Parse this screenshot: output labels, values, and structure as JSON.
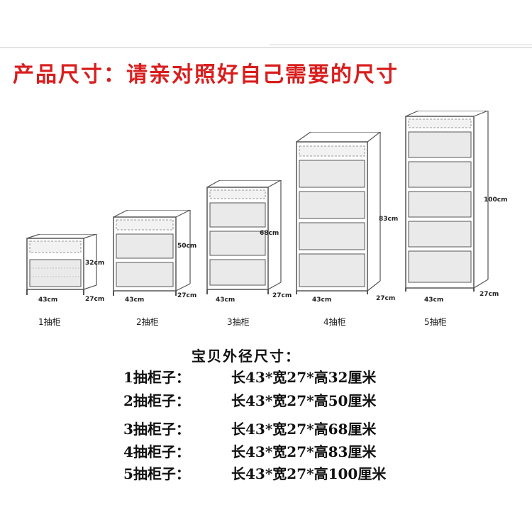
{
  "headline": "产品尺寸：请亲对照好自己需要的尺寸",
  "cabinets": [
    {
      "label": "1抽柜",
      "width": "43cm",
      "depth": "27cm",
      "height": "32cm",
      "drawers": 1
    },
    {
      "label": "2抽柜",
      "width": "43cm",
      "depth": "27cm",
      "height": "50cm",
      "drawers": 2
    },
    {
      "label": "3抽柜",
      "width": "43cm",
      "depth": "27cm",
      "height": "68cm",
      "drawers": 3
    },
    {
      "label": "4抽柜",
      "width": "43cm",
      "depth": "27cm",
      "height": "83cm",
      "drawers": 4
    },
    {
      "label": "5抽柜",
      "width": "43cm",
      "depth": "27cm",
      "height": "100cm",
      "drawers": 5
    }
  ],
  "spec": {
    "title": "宝贝外径尺寸：",
    "rows": [
      {
        "label": "1抽柜子：",
        "value": "长43*宽27*高32厘米"
      },
      {
        "label": "2抽柜子：",
        "value": "长43*宽27*高50厘米"
      },
      {
        "label": "3抽柜子：",
        "value": "长43*宽27*高68厘米"
      },
      {
        "label": "4抽柜子：",
        "value": "长43*宽27*高83厘米"
      },
      {
        "label": "5抽柜子：",
        "value": "长43*宽27*高100厘米"
      }
    ]
  },
  "colors": {
    "headline": "#d81e1e",
    "line": "#555555",
    "basket": "#eaeaea"
  }
}
